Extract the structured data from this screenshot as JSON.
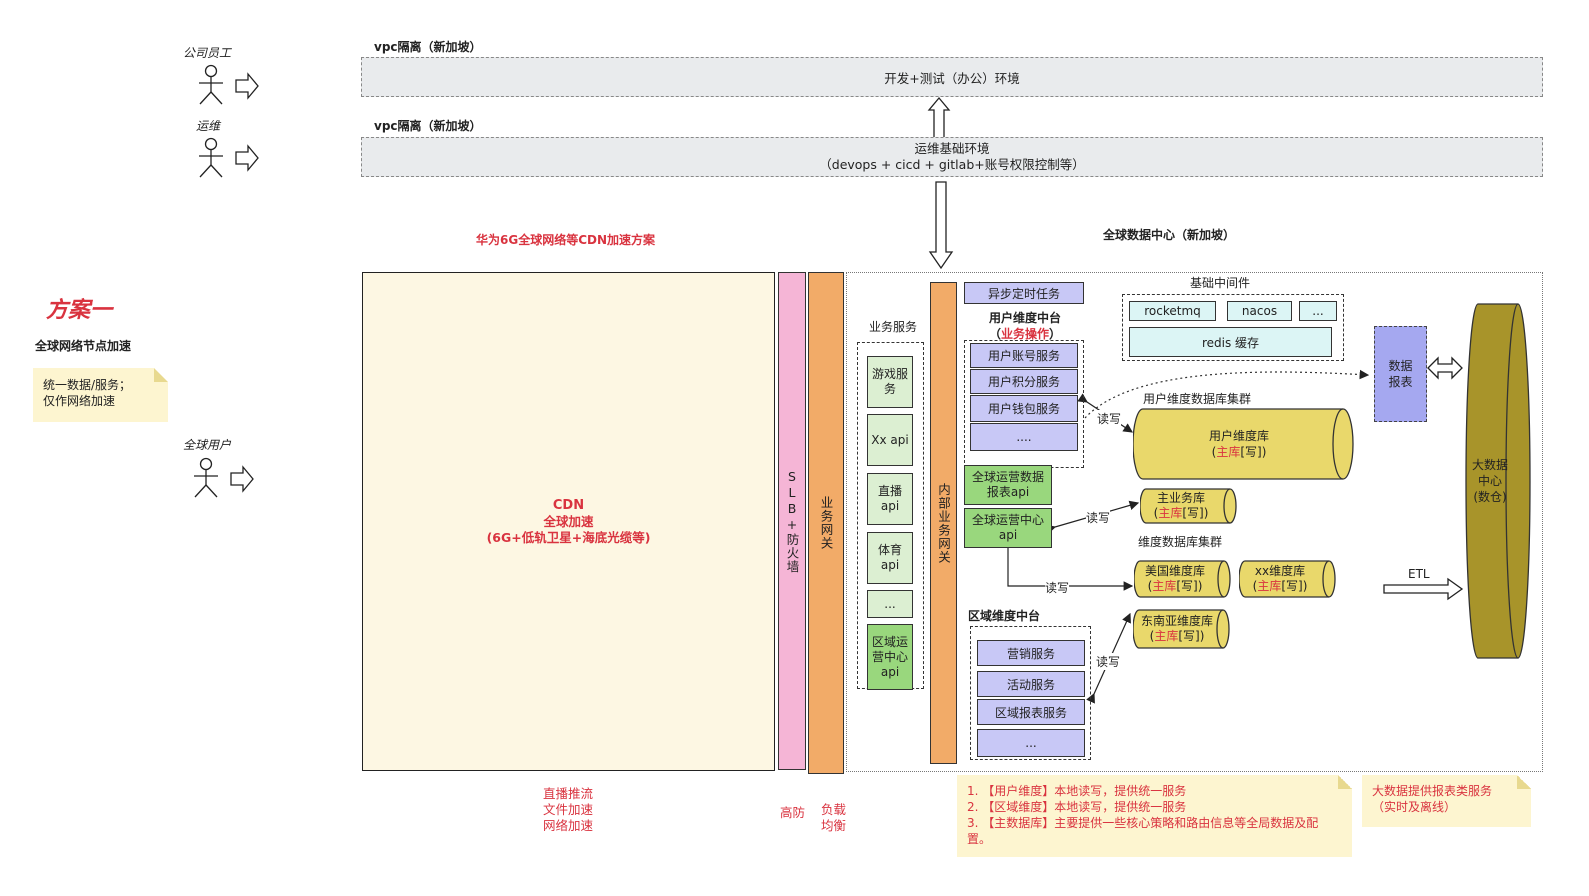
{
  "actors": {
    "employee": "公司员工",
    "ops": "运维",
    "global_user": "全球用户"
  },
  "vpc": {
    "dev_title": "vpc隔离（新加坡）",
    "dev_env": "开发+测试（办公）环境",
    "ops_title": "vpc隔离（新加坡）",
    "ops_env_line1": "运维基础环境",
    "ops_env_line2": "（devops + cicd + gitlab+账号权限控制等）"
  },
  "plan": {
    "title": "方案一",
    "subtitle": "全球网络节点加速",
    "note_line1": "统一数据/服务；",
    "note_line2": "仅作网络加速"
  },
  "cdn": {
    "section_title": "华为6G全球网络等CDN加速方案",
    "title": "CDN",
    "line2": "全球加速",
    "line3": "(6G+低轨卫星+海底光缆等)",
    "caption1": "直播推流",
    "caption2": "文件加速",
    "caption3": "网络加速"
  },
  "edge": {
    "slb": "SLB+防火墙",
    "slb_caption": "高防",
    "gateway": "业务网关",
    "gateway_caption1": "负载",
    "gateway_caption2": "均衡",
    "inner_gateway": "内部业务网关"
  },
  "datacenter": {
    "title": "全球数据中心（新加坡）"
  },
  "biz": {
    "title": "业务服务",
    "items": [
      "游戏服务",
      "Xx api",
      "直播 api",
      "体育 api",
      "...",
      "区域运营中心api"
    ]
  },
  "user_center": {
    "async_task": "异步定时任务",
    "title": "用户维度中台",
    "subtitle_pre": "（",
    "subtitle_red": "业务操作",
    "subtitle_post": "）",
    "items": [
      "用户账号服务",
      "用户积分服务",
      "用户钱包服务",
      "...."
    ]
  },
  "ops_center": {
    "report_api": "全球运营数据报表api",
    "center_api": "全球运营中心api"
  },
  "region_center": {
    "title": "区域维度中台",
    "items": [
      "营销服务",
      "活动服务",
      "区域报表服务",
      "..."
    ]
  },
  "middleware": {
    "title": "基础中间件",
    "rocketmq": "rocketmq",
    "nacos": "nacos",
    "more": "...",
    "redis": "redis 缓存"
  },
  "databases": {
    "user_cluster_title": "用户维度数据库集群",
    "user_db": "用户维度库",
    "main_biz_db": "主业务库",
    "dim_cluster_title": "维度数据库集群",
    "us_db": "美国维度库",
    "xx_db": "xx维度库",
    "sea_db": "东南亚维度库",
    "tag_pre": "(",
    "tag_red": "主库",
    "tag_post": "[写])"
  },
  "report": {
    "data_report": "数据报表",
    "bigdata": "大数据中心(数仓)",
    "etl": "ETL"
  },
  "edges": {
    "rw": "读写"
  },
  "notes": {
    "summary_1": "1. 【用户维度】本地读写，提供统一服务",
    "summary_2": "2. 【区域维度】本地读写，提供统一服务",
    "summary_3": "3. 【主数据库】主要提供一些核心策略和路由信息等全局数据及配置。",
    "bigdata_line1": "大数据提供报表类服务",
    "bigdata_line2": "（实时及离线）"
  },
  "colors": {
    "accent_red": "#d9333f",
    "cdn_bg": "#fdf7e3",
    "slb_pink": "#f5b5d6",
    "gateway_orange": "#f2ab68",
    "db_yellow": "#e9d86b",
    "bigdata_olive": "#a8942a",
    "service_blue": "#c8c8f6",
    "green_light": "#dcefd2",
    "green_strong": "#99d77d"
  }
}
